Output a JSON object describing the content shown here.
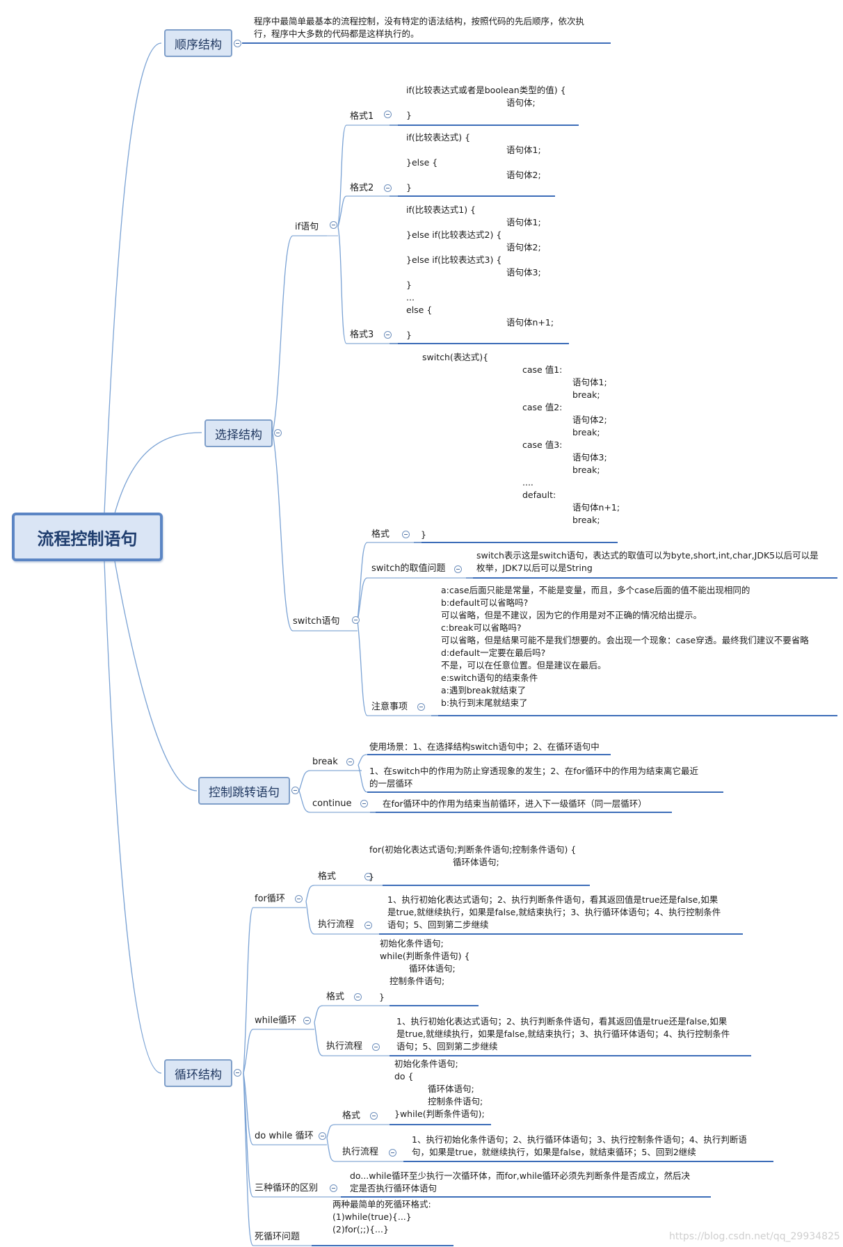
{
  "root": "流程控制语句",
  "sequence": {
    "label": "顺序结构",
    "desc": "程序中最简单最基本的流程控制，没有特定的语法结构，按照代码的先后顺序，依次执\n行，程序中大多数的代码都是这样执行的。"
  },
  "selection": {
    "label": "选择结构",
    "if": {
      "label": "if语句",
      "f1_label": "格式1",
      "f1_code": "if(比较表达式或者是boolean类型的值) {\n\t\t\t\t语句体;\n}",
      "f2_label": "格式2",
      "f2_code": "if(比较表达式) {\n\t\t\t\t语句体1;\n}else {\n\t\t\t\t语句体2;\n}",
      "f3_label": "格式3",
      "f3_code": "if(比较表达式1) {\n\t\t\t\t语句体1;\n}else if(比较表达式2) {\n\t\t\t\t语句体2;\n}else if(比较表达式3) {\n\t\t\t\t语句体3;\n}\n...\nelse {\n\t\t\t\t语句体n+1;\n}"
    },
    "switch": {
      "label": "switch语句",
      "format_label": "格式",
      "format_code": "switch(表达式){\n\t\t\t\tcase 值1:\n\t\t\t\t\t\t语句体1;\n\t\t\t\t\t\tbreak;\n\t\t\t\tcase 值2:\n\t\t\t\t\t\t语句体2;\n\t\t\t\t\t\tbreak;\n\t\t\t\tcase 值3:\n\t\t\t\t\t\t语句体3;\n\t\t\t\t\t\tbreak;\n\t\t\t\t....\n\t\t\t\tdefault:\n\t\t\t\t\t\t语句体n+1;\n\t\t\t\t\t\tbreak;",
      "format_close": "}",
      "values_label": "switch的取值问题",
      "values_text": "switch表示这是switch语句，表达式的取值可以为byte,short,int,char,JDK5以后可以是\n枚举，JDK7以后可以是String",
      "notes_label": "注意事项",
      "notes_text": "a:case后面只能是常量，不能是变量，而且，多个case后面的值不能出现相同的\nb:default可以省略吗?\n可以省略，但是不建议，因为它的作用是对不正确的情况给出提示。\nc:break可以省略吗?\n可以省略，但是结果可能不是我们想要的。会出现一个现象：case穿透。最终我们建议不要省略\nd:default一定要在最后吗?\n不是，可以在任意位置。但是建议在最后。\ne:switch语句的结束条件\na:遇到break就结束了\nb:执行到末尾就结束了"
    }
  },
  "jump": {
    "label": "控制跳转语句",
    "break_label": "break",
    "break_scene": "使用场景：1、在选择结构switch语句中；2、在循环语句中",
    "break_effect": "1、在switch中的作用为防止穿透现象的发生；2、在for循环中的作用为结束离它最近\n的一层循环",
    "continue_label": "continue",
    "continue_text": "在for循环中的作用为结束当前循环，进入下一级循环（同一层循环）"
  },
  "loop": {
    "label": "循环结构",
    "for": {
      "label": "for循环",
      "format_label": "格式",
      "format_code": "for(初始化表达式语句;判断条件语句;控制条件语句) {\n\t\t\t\t\t循环体语句;",
      "format_close": "}",
      "flow_label": "执行流程",
      "flow_text": "1、执行初始化表达式语句；2、执行判断条件语句，看其返回值是true还是false,如果\n是true,就继续执行，如果是false,就结束执行；3、执行循环体语句；4、执行控制条件\n语句；5、回到第二步继续"
    },
    "while": {
      "label": "while循环",
      "format_label": "格式",
      "format_code": "初始化条件语句;\nwhile(判断条件语句) {\n\t\t\t循环体语句;\n\t控制条件语句;",
      "format_close": "}",
      "flow_label": "执行流程",
      "flow_text": "1、执行初始化表达式语句；2、执行判断条件语句，看其返回值是true还是false,如果\n是true,就继续执行，如果是false,就结束执行；3、执行循环体语句；4、执行控制条件\n语句；5、回到第二步继续"
    },
    "dowhile": {
      "label": "do while 循环",
      "format_label": "格式",
      "format_code": "初始化条件语句;\ndo {\n\t\t\t循环体语句;\n\t\t\t控制条件语句;\n}while(判断条件语句);",
      "flow_label": "执行流程",
      "flow_text": "1、执行初始化条件语句；2、执行循环体语句；3、执行控制条件语句；4、执行判断语\n句，如果是true，就继续执行，如果是false，就结束循环；5、回到2继续"
    },
    "diff": {
      "label": "三种循环的区别",
      "text": "do...while循环至少执行一次循环体，而for,while循环必须先判断条件是否成立，然后决\n定是否执行循环体语句"
    },
    "infinite": {
      "label": "死循环问题",
      "text": "两种最简单的死循环格式:\n(1)while(true){...}\n(2)for(;;){...}"
    }
  },
  "watermark": "https://blog.csdn.net/qq_29934825",
  "colors": {
    "line": "#7aa2d4",
    "underline": "#3b6cb8",
    "box_fill": "#dbe6f5",
    "root_border": "#5b85c4"
  }
}
